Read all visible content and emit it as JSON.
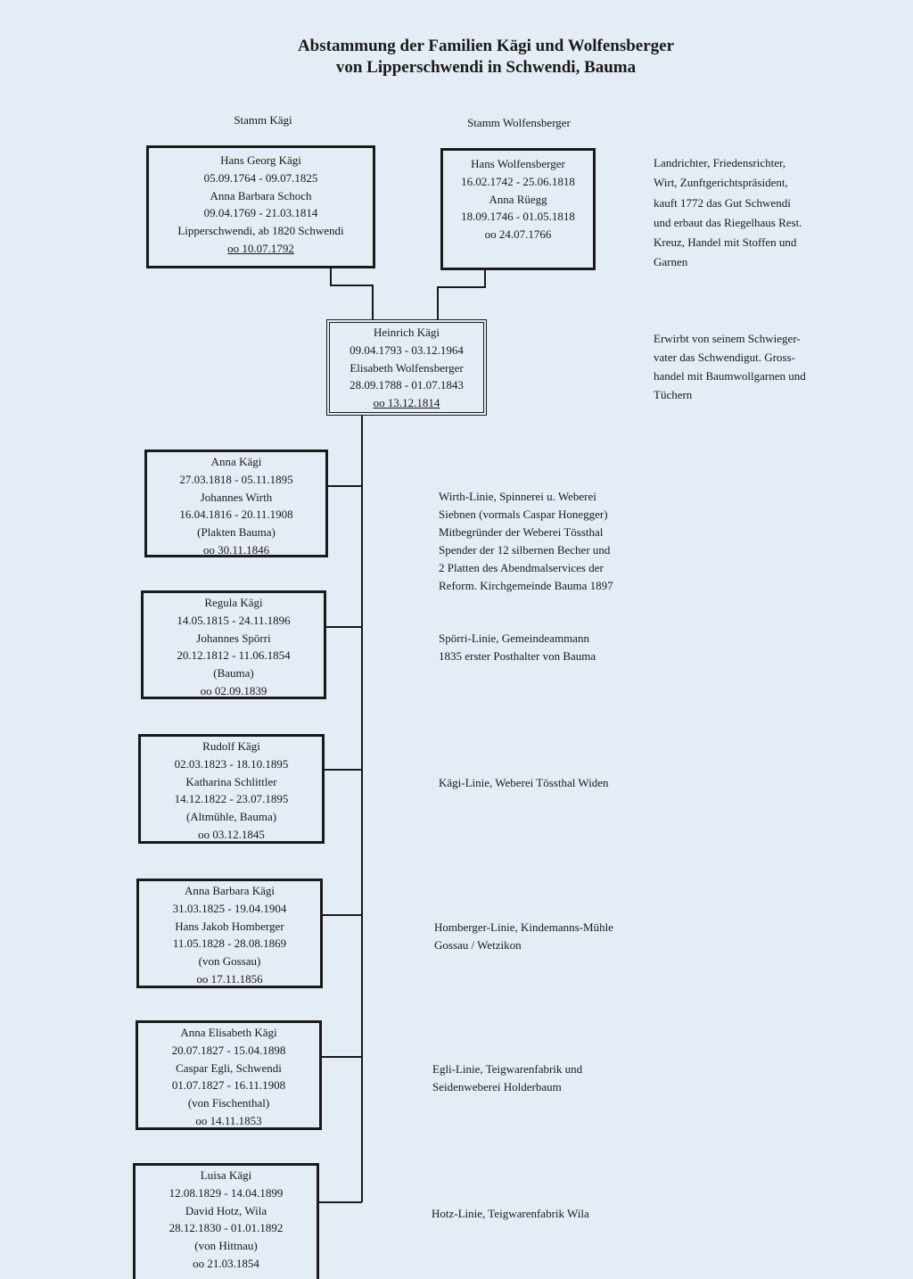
{
  "title": {
    "line1": "Abstammung der Familien Kägi und Wolfensberger",
    "line2": "von Lipperschwendi in Schwendi, Bauma"
  },
  "headers": {
    "left": "Stamm Kägi",
    "right": "Stamm Wolfensberger"
  },
  "parents": {
    "kaegi": [
      "Hans Georg Kägi",
      "05.09.1764 - 09.07.1825",
      "Anna Barbara Schoch",
      "09.04.1769 - 21.03.1814",
      "Lipperschwendi, ab 1820 Schwendi",
      "oo 10.07.1792"
    ],
    "wolfensberger": [
      "Hans Wolfensberger",
      "16.02.1742 - 25.06.1818",
      "Anna Rüegg",
      "18.09.1746 - 01.05.1818",
      "oo 24.07.1766"
    ]
  },
  "root": [
    "Heinrich Kägi",
    "09.04.1793 - 03.12.1964",
    "Elisabeth Wolfensberger",
    "28.09.1788 - 01.07.1843",
    "oo 13.12.1814"
  ],
  "notes": {
    "wolfensberger": [
      "Landrichter, Friedensrichter,",
      "Wirt, Zunftgerichtspräsident,",
      "kauft 1772 das Gut Schwendi",
      "und erbaut das Riegelhaus Rest.",
      "Kreuz, Handel mit Stoffen und",
      "Garnen"
    ],
    "root": [
      "Erwirbt von seinem Schwieger-",
      "vater das Schwendigut. Gross-",
      "handel mit Baumwollgarnen und",
      "Tüchern"
    ]
  },
  "children": [
    {
      "lines": [
        "Anna Kägi",
        "27.03.1818 - 05.11.1895",
        "Johannes Wirth",
        "16.04.1816 - 20.11.1908",
        "(Plakten Bauma)",
        "oo 30.11.1846"
      ],
      "note": [
        "Wirth-Linie, Spinnerei u. Weberei",
        "Siebnen (vormals Caspar Honegger)",
        "Mitbegründer der Weberei Tössthal",
        "Spender der 12 silbernen Becher und",
        "2 Platten des Abendmalservices der",
        "Reform. Kirchgemeinde Bauma 1897"
      ]
    },
    {
      "lines": [
        "Regula Kägi",
        "14.05.1815 - 24.11.1896",
        "Johannes Spörri",
        "20.12.1812 - 11.06.1854",
        "(Bauma)",
        "oo 02.09.1839"
      ],
      "note": [
        "Spörri-Linie, Gemeindeammann",
        "1835 erster Posthalter von Bauma"
      ]
    },
    {
      "lines": [
        "Rudolf Kägi",
        "02.03.1823 - 18.10.1895",
        "Katharina Schlittler",
        "14.12.1822 - 23.07.1895",
        "(Altmühle, Bauma)",
        "oo 03.12.1845"
      ],
      "note": [
        "Kägi-Linie, Weberei Tössthal Widen"
      ]
    },
    {
      "lines": [
        "Anna Barbara Kägi",
        "31.03.1825 - 19.04.1904",
        "Hans Jakob Homberger",
        "11.05.1828 - 28.08.1869",
        "(von Gossau)",
        "oo 17.11.1856"
      ],
      "note": [
        "Homberger-Linie, Kindemanns-Mühle",
        "Gossau / Wetzikon"
      ]
    },
    {
      "lines": [
        "Anna Elisabeth Kägi",
        "20.07.1827 - 15.04.1898",
        "Caspar Egli, Schwendi",
        "01.07.1827 - 16.11.1908",
        "(von Fischenthal)",
        "oo 14.11.1853"
      ],
      "note": [
        "Egli-Linie, Teigwarenfabrik und",
        "Seidenweberei Holderbaum"
      ]
    },
    {
      "lines": [
        "Luisa Kägi",
        "12.08.1829 - 14.04.1899",
        "David Hotz, Wila",
        "28.12.1830 - 01.01.1892",
        "(von Hittnau)",
        "oo 21.03.1854"
      ],
      "note": [
        "Hotz-Linie, Teigwarenfabrik Wila"
      ]
    }
  ]
}
